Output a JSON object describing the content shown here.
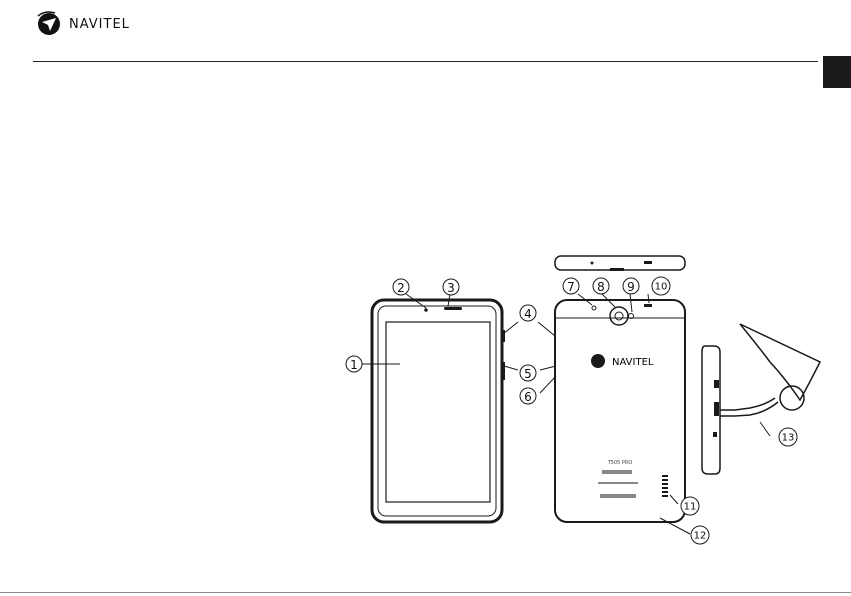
{
  "header": {
    "brand_name": "NAVITEL",
    "logo_icon": "navitel-logo-icon"
  },
  "figure": {
    "back_brand": "NAVITEL",
    "model_label": "T505 PRO",
    "callouts": [
      "1",
      "2",
      "3",
      "4",
      "5",
      "6",
      "7",
      "8",
      "9",
      "10",
      "11",
      "12",
      "13"
    ]
  },
  "colors": {
    "rule": "#222222",
    "lang_tab": "#1a1a1a",
    "outline": "#1a1a1a"
  }
}
